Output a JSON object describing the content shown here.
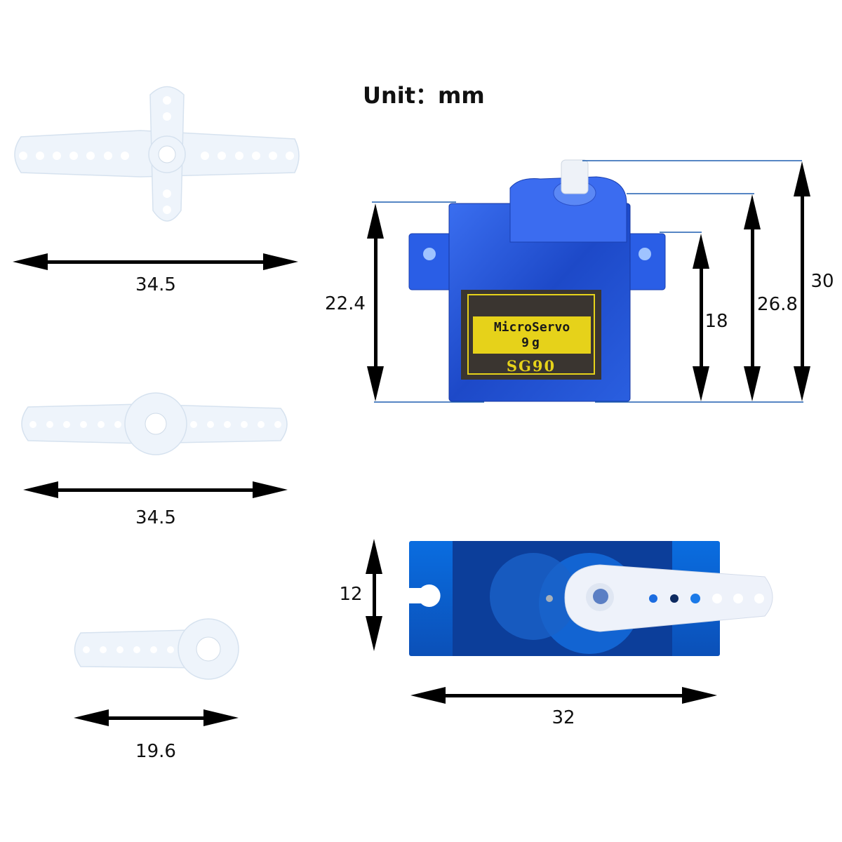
{
  "unit_label": "Unit：mm",
  "horns": {
    "cross_horn_length": "34.5",
    "double_horn_length": "34.5",
    "single_horn_length": "19.6"
  },
  "servo_front": {
    "label_line1": "MicroServo",
    "label_line2": "9g",
    "label_model": "SG90",
    "height_body": "22.4",
    "height_tabs": "18",
    "height_top": "26.8",
    "height_total": "30"
  },
  "servo_top": {
    "width": "12",
    "length": "32"
  },
  "colors": {
    "servo_blue": "#1f4fd0",
    "label_yellow": "#e6d21a",
    "dim_line_blue": "#1e5fb0",
    "arrow_black": "#000000"
  }
}
